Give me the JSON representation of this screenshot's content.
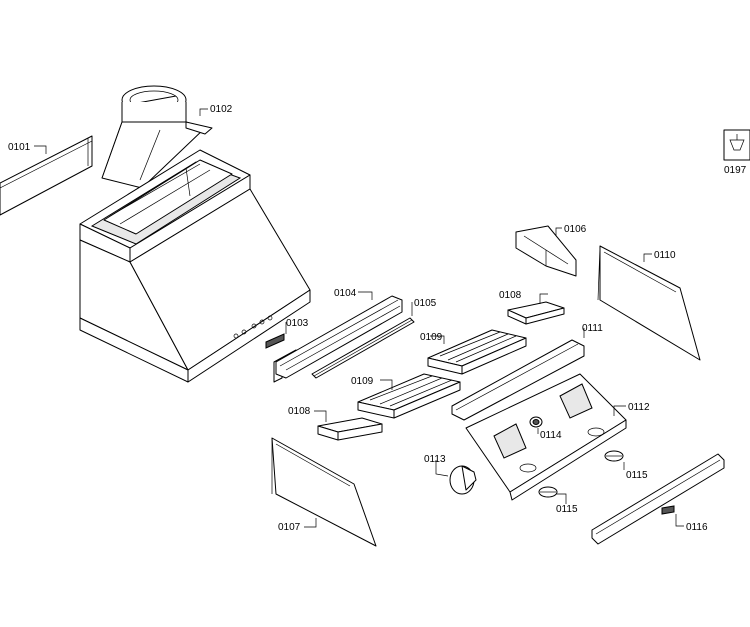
{
  "diagram": {
    "part_labels": {
      "p0101": "0101",
      "p0102": "0102",
      "p0103": "0103",
      "p0104": "0104",
      "p0105": "0105",
      "p0106": "0106",
      "p0107": "0107",
      "p0108a": "0108",
      "p0108b": "0108",
      "p0109a": "0109",
      "p0109b": "0109",
      "p0110": "0110",
      "p0111": "0111",
      "p0112": "0112",
      "p0113": "0113",
      "p0114": "0114",
      "p0115a": "0115",
      "p0115b": "0115",
      "p0116": "0116",
      "p0197": "0197"
    }
  }
}
